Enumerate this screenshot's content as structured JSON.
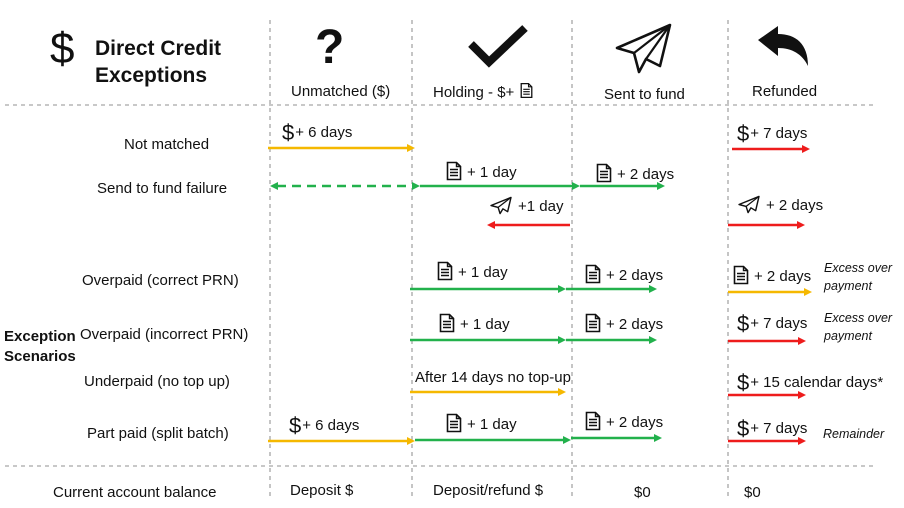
{
  "title": {
    "line1": "Direct Credit",
    "line2": "Exceptions"
  },
  "title_icon": "dollar-icon",
  "columns": {
    "unmatched": {
      "label": "Unmatched ($)",
      "icon": "question-mark-icon"
    },
    "holding": {
      "label": "Holding -  $+",
      "icon": "checkmark-icon",
      "label_icon": "document-icon"
    },
    "sent": {
      "label": "Sent to fund",
      "icon": "paper-plane-icon"
    },
    "refunded": {
      "label": "Refunded",
      "icon": "undo-arrow-icon"
    }
  },
  "group_label": {
    "line1": "Exception",
    "line2": "Scenarios"
  },
  "scenarios": [
    "Not matched",
    "Send to fund failure",
    "Overpaid (correct PRN)",
    "Overpaid (incorrect PRN)",
    "Underpaid (no top up)",
    "Part paid (split batch)"
  ],
  "durations": {
    "six_days": "+ 6 days",
    "seven_days": "+ 7 days",
    "one_day": "+ 1 day",
    "two_days": "+ 2 days",
    "plus_one_day": "+1 day",
    "fifteen_days": "+ 15 calendar days*",
    "no_topup": "After 14 days no top-up"
  },
  "notes": {
    "excess": "Excess over payment",
    "remainder": "Remainder"
  },
  "balance": {
    "label": "Current account balance",
    "unmatched": "Deposit $",
    "holding": "Deposit/refund $",
    "sent": "$0",
    "refunded": "$0"
  },
  "colors": {
    "green": "#22b14c",
    "orange": "#f5b800",
    "red": "#ee1c1c",
    "divider": "#a6a6a6",
    "text": "#111111"
  }
}
